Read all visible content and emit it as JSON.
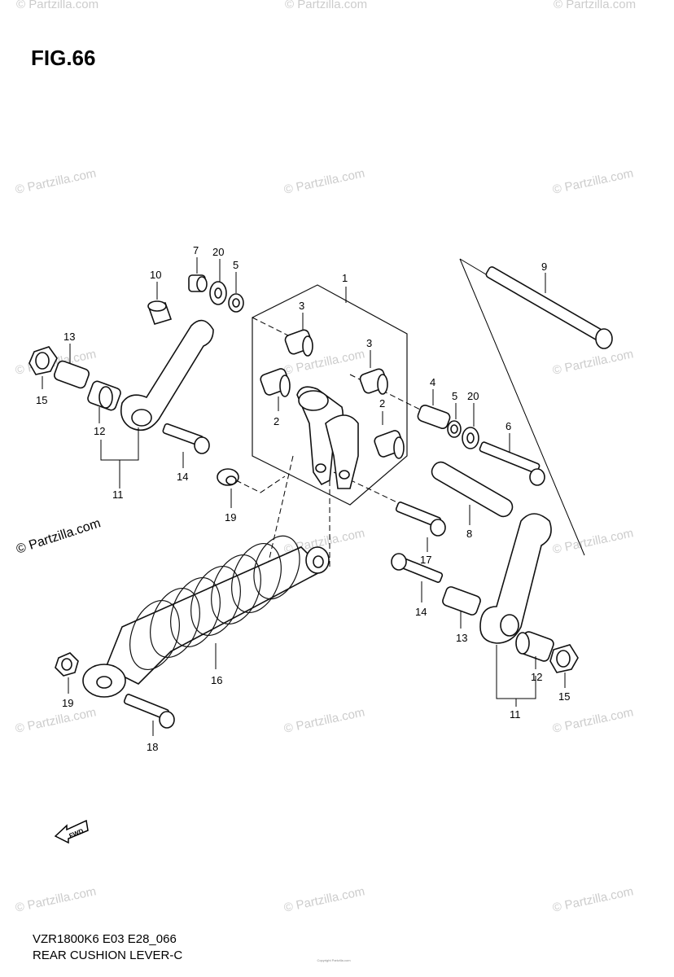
{
  "figure": {
    "title": "FIG.66",
    "model_code": "VZR1800K6 E03 E28_066",
    "section_name": "REAR CUSHION LEVER-C",
    "copyright_note": "Copyright Partzilla.com"
  },
  "watermarks": {
    "text": "© Partzilla.com"
  },
  "callouts": [
    "1",
    "2",
    "2",
    "3",
    "3",
    "4",
    "5",
    "5",
    "6",
    "7",
    "8",
    "9",
    "10",
    "11",
    "11",
    "12",
    "12",
    "13",
    "13",
    "14",
    "14",
    "15",
    "15",
    "16",
    "17",
    "18",
    "19",
    "19",
    "20",
    "20"
  ],
  "icons": {
    "front_arrow": "fwd-arrow-icon",
    "front_arrow_label": "FWD"
  }
}
